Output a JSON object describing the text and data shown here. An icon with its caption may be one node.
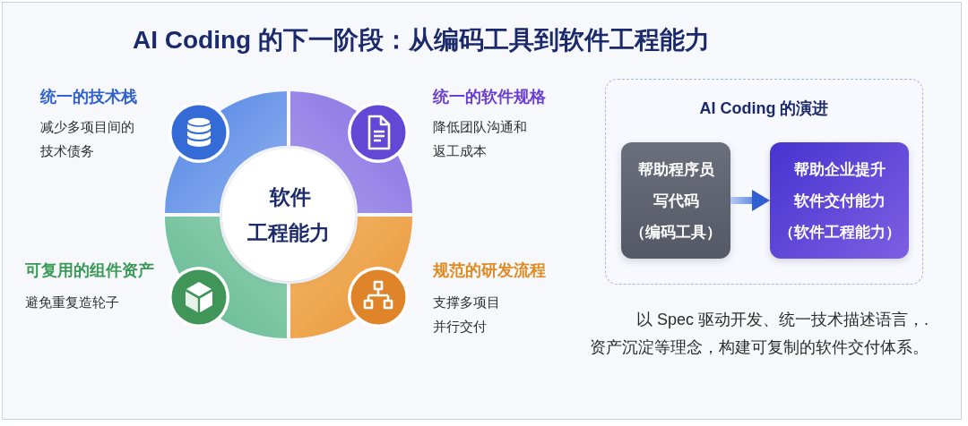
{
  "diagram": {
    "title": "AI Coding 的下一阶段：从编码工具到软件工程能力",
    "nodes": [
      {
        "text": [],
        "shape": "arc",
        "beside": [
          "统一的技术栈",
          "减少多项目间的技术债务"
        ]
      },
      {
        "text": [],
        "shape": "arc",
        "beside": [
          "统一的软件规格",
          "降低团队沟通和返工成本"
        ]
      },
      {
        "text": [
          "软件工程能力"
        ]
      },
      {
        "text": [],
        "shape": "arc",
        "beside": [
          "可复用的组件资产",
          "避免重复造轮子"
        ]
      },
      {
        "text": [],
        "shape": "arc",
        "beside": [
          "规范的研发流程",
          "支撑多项目并行交付"
        ]
      },
      {
        "text": [
          "AI Coding 的演进"
        ]
      },
      {
        "text": [
          "帮助程序员写代码",
          "（编码工具）"
        ],
        "in": 5
      },
      {
        "text": [
          "帮助企业提升软件交付能力",
          "（软件工程能力）"
        ],
        "in": 5
      }
    ],
    "edges": [
      {
        "from": 6,
        "to": 7,
        "arrow": "to"
      }
    ],
    "labels": [
      "以 Spec 驱动开发、统一技术描述语言，.资产沉淀等理念，构建可复制的软件交付体系。"
    ]
  }
}
